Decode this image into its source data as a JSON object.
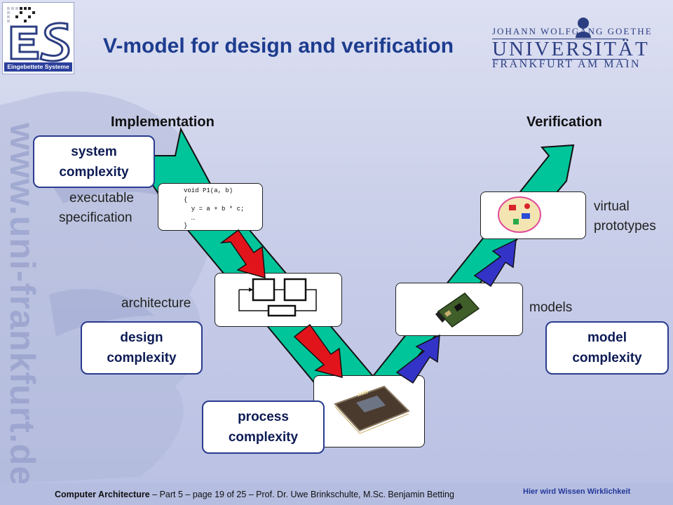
{
  "header": {
    "title": "V-model for design and verification",
    "logo_caption": "Eingebettete Systeme",
    "university": {
      "line1": "JOHANN WOLFGANG GOETHE",
      "line2": "UNIVERSITÄT",
      "line3": "FRANKFURT AM MAIN"
    }
  },
  "watermark": "www.uni-frankfurt.de",
  "columns": {
    "left": "Implementation",
    "right": "Verification"
  },
  "complexity_cards": {
    "system": "system complexity",
    "design": "design complexity",
    "process": "process complexity",
    "model": "model complexity"
  },
  "labels": {
    "executable_line1": "executable",
    "executable_line2": "specification",
    "architecture": "architecture",
    "virtual_line1": "virtual",
    "virtual_line2": "prototypes",
    "models": "models"
  },
  "code_snippet": [
    "void P1(a, b)",
    "{",
    "  y = a + b * c;",
    "  …",
    "}"
  ],
  "chip_label": "AMD",
  "footer": {
    "course": "Computer Architecture",
    "rest": " – Part 5 – page 19 of 25 – Prof. Dr. Uwe Brinkschulte, M.Sc. Benjamin Betting",
    "slogan": "Hier wird Wissen Wirklichkeit"
  },
  "colors": {
    "title": "#1d3c8f",
    "band_fill": "#00c49a",
    "impl_arrow": "#e2141b",
    "verif_arrow": "#3333c8",
    "card_border": "#2a3b8f"
  }
}
